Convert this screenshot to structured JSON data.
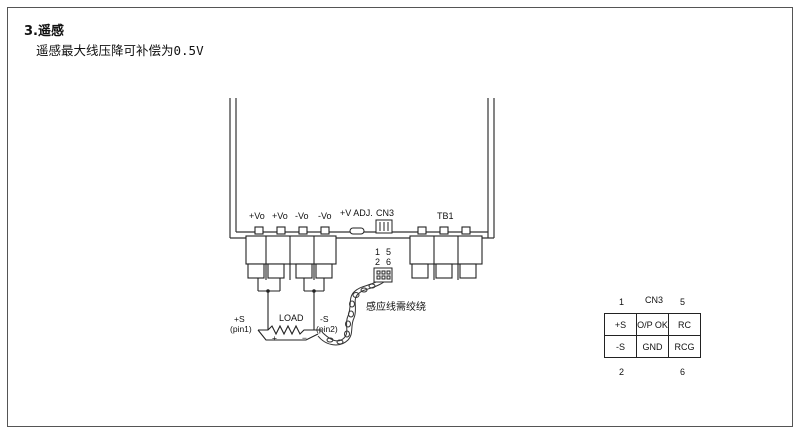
{
  "section": {
    "number": "3.",
    "title": "遥感"
  },
  "note": "遥感最大线压降可补偿为0.5V",
  "terminals": {
    "vo_plus_1": "+Vo",
    "vo_plus_2": "+Vo",
    "vo_minus_1": "-Vo",
    "vo_minus_2": "-Vo",
    "v_adj": "+V ADJ.",
    "cn3": "CN3",
    "tb1": "TB1"
  },
  "connector_pins": {
    "p1": "1",
    "p2": "2",
    "p5": "5",
    "p6": "6"
  },
  "load": {
    "label": "LOAD",
    "plus_sign": "+",
    "minus_sign": "−",
    "s_plus": "+S",
    "s_plus_pin": "(pin1)",
    "s_minus": "-S",
    "s_minus_pin": "(pin2)"
  },
  "sense_wire_label": "感应线需绞绕",
  "cn3_table": {
    "title": "CN3",
    "top_left_num": "1",
    "top_right_num": "5",
    "bottom_left_num": "2",
    "bottom_right_num": "6",
    "rows": [
      [
        "+S",
        "O/P OK",
        "RC"
      ],
      [
        "-S",
        "GND",
        "RCG"
      ]
    ]
  }
}
